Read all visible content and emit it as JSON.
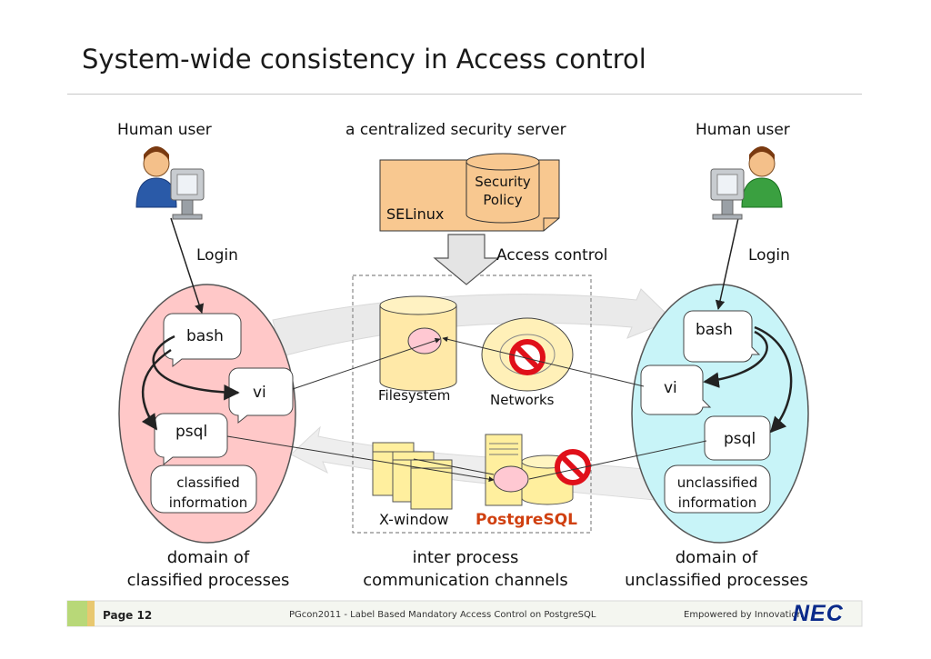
{
  "slide": {
    "title": "System-wide consistency in Access control",
    "page": "Page 12",
    "footer_text": "PGcon2011 - Label Based Mandatory Access Control on PostgreSQL",
    "tagline": "Empowered by Innovation",
    "brand": "NEC"
  },
  "left": {
    "user_label": "Human user",
    "login_label": "Login",
    "bash": "bash",
    "vi": "vi",
    "psql": "psql",
    "info_line1": "classified",
    "info_line2": "information",
    "domain_line1": "domain of",
    "domain_line2": "classified processes"
  },
  "center": {
    "server_label": "a centralized security server",
    "selinux": "SELinux",
    "policy_line1": "Security",
    "policy_line2": "Policy",
    "access_control": "Access control",
    "filesystem": "Filesystem",
    "networks": "Networks",
    "xwindow": "X-window",
    "postgresql": "PostgreSQL",
    "ipc_line1": "inter process",
    "ipc_line2": "communication channels"
  },
  "right": {
    "user_label": "Human user",
    "login_label": "Login",
    "bash": "bash",
    "vi": "vi",
    "psql": "psql",
    "info_line1": "unclassified",
    "info_line2": "information",
    "domain_line1": "domain of",
    "domain_line2": "unclassified processes"
  },
  "colors": {
    "classified_domain": "#ffc8c8",
    "unclassified_domain": "#c8f4f8",
    "selinux_box": "#f8c890",
    "pink_node": "#ffc8d2",
    "deny": "#e0101a",
    "postgresql_text": "#d04010",
    "nec_blue": "#0a2a8a"
  }
}
